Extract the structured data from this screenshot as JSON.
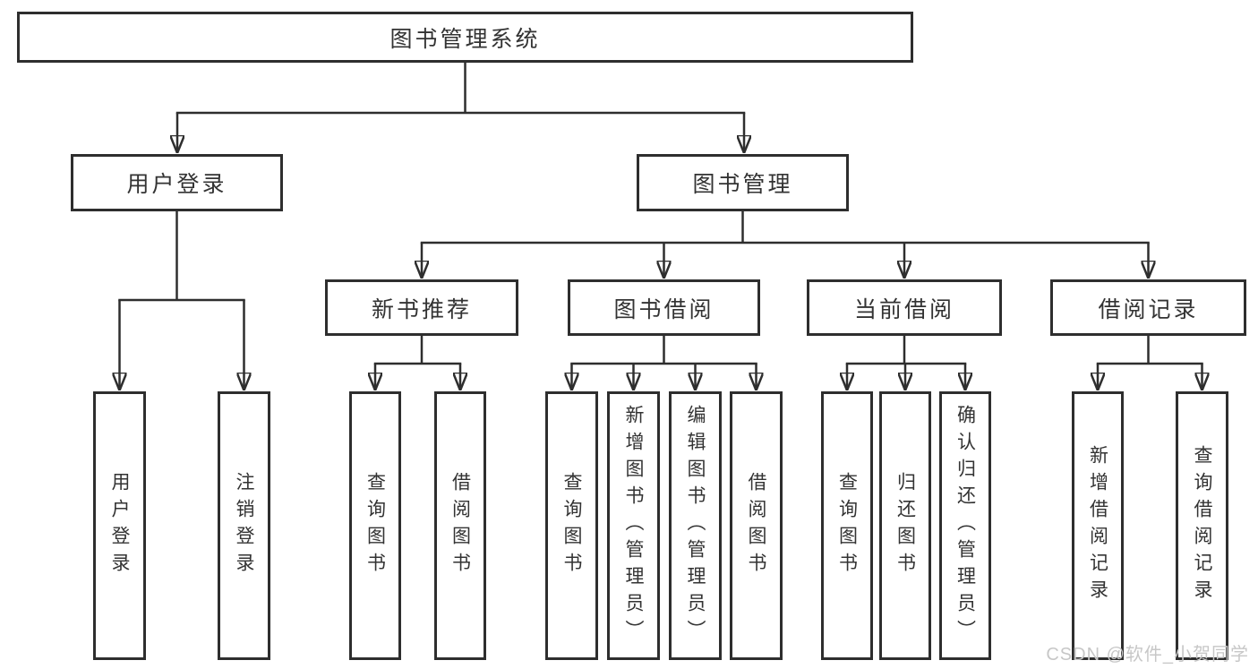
{
  "colors": {
    "line": "#2e2e2e",
    "box_border": "#2e2e2e",
    "text": "#333333",
    "watermark_text": "#c7c7c7",
    "background": "#ffffff"
  },
  "watermark": {
    "text": "CSDN @软件_小贺同学"
  },
  "tree": {
    "root": {
      "label": "图书管理系统"
    },
    "children": [
      {
        "label": "用户登录",
        "children": [
          {
            "label": "用户登录"
          },
          {
            "label": "注销登录"
          }
        ]
      },
      {
        "label": "图书管理",
        "children": [
          {
            "label": "新书推荐",
            "children": [
              {
                "label": "查询图书"
              },
              {
                "label": "借阅图书"
              }
            ]
          },
          {
            "label": "图书借阅",
            "children": [
              {
                "label": "查询图书"
              },
              {
                "label": "新增图书（管理员）"
              },
              {
                "label": "编辑图书（管理员）"
              },
              {
                "label": "借阅图书"
              }
            ]
          },
          {
            "label": "当前借阅",
            "children": [
              {
                "label": "查询图书"
              },
              {
                "label": "归还图书"
              },
              {
                "label": "确认归还（管理员）"
              }
            ]
          },
          {
            "label": "借阅记录",
            "children": [
              {
                "label": "新增借阅记录"
              },
              {
                "label": "查询借阅记录"
              }
            ]
          }
        ]
      }
    ]
  }
}
